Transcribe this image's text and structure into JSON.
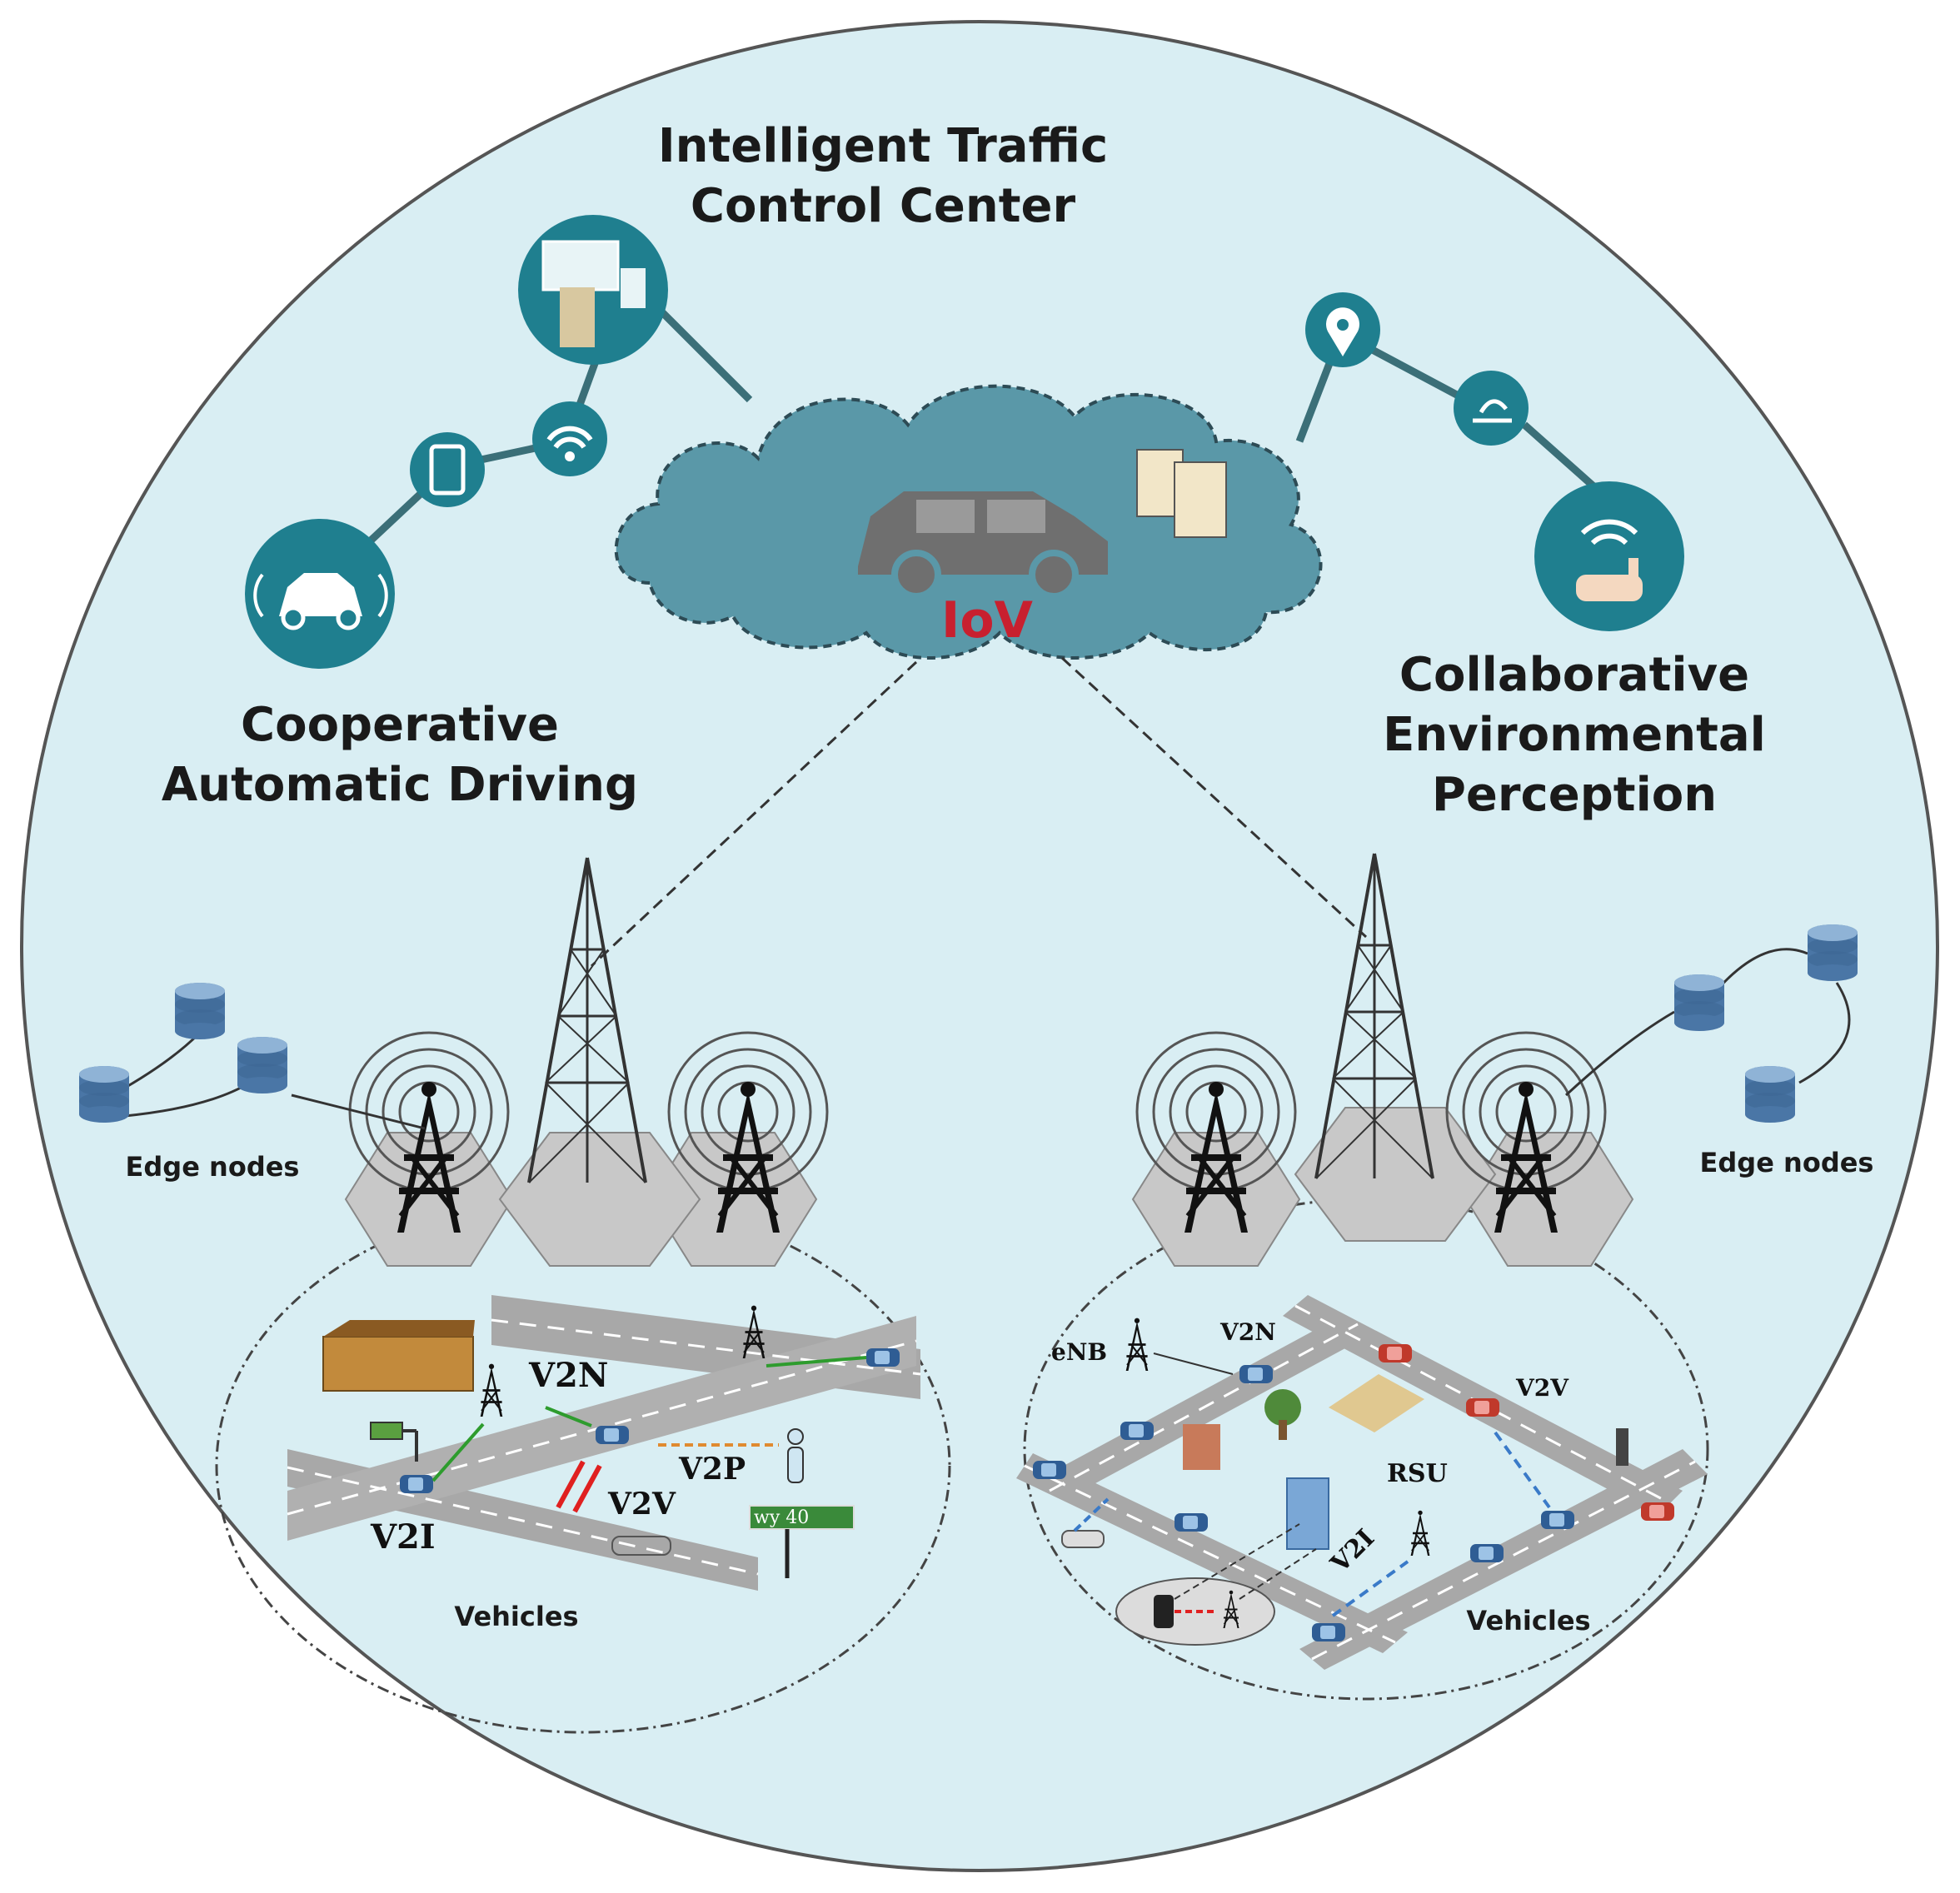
{
  "center": {
    "title_line1": "Intelligent Traffic",
    "title_line2": "Control Center",
    "cloud_label": "IoV"
  },
  "left": {
    "title_line1": "Cooperative",
    "title_line2": "Automatic Driving",
    "edge_nodes": "Edge nodes",
    "vehicles": "Vehicles",
    "links": {
      "v2n": "V2N",
      "v2i": "V2I",
      "v2v": "V2V",
      "v2p": "V2P"
    },
    "sign_text": "wy 40"
  },
  "right": {
    "title_line1": "Collaborative",
    "title_line2": "Environmental",
    "title_line3": "Perception",
    "edge_nodes": "Edge nodes",
    "vehicles": "Vehicles",
    "links": {
      "enb": "eNB",
      "v2n": "V2N",
      "v2v": "V2V",
      "rsu": "RSU",
      "v2i": "V2I"
    }
  },
  "colors": {
    "background_disc": "#d9eef3",
    "icon_teal": "#1f7f8f",
    "cloud": "#5a98a8",
    "iov_red": "#c8202f",
    "road": "#a8a8a8"
  },
  "icons": [
    "monitor-server-icon",
    "wifi-icon",
    "tablet-icon",
    "car-signal-icon",
    "location-pin-icon",
    "satellite-dish-icon",
    "camera-wifi-icon",
    "servers-icon",
    "database-icon",
    "cell-tower-icon"
  ]
}
